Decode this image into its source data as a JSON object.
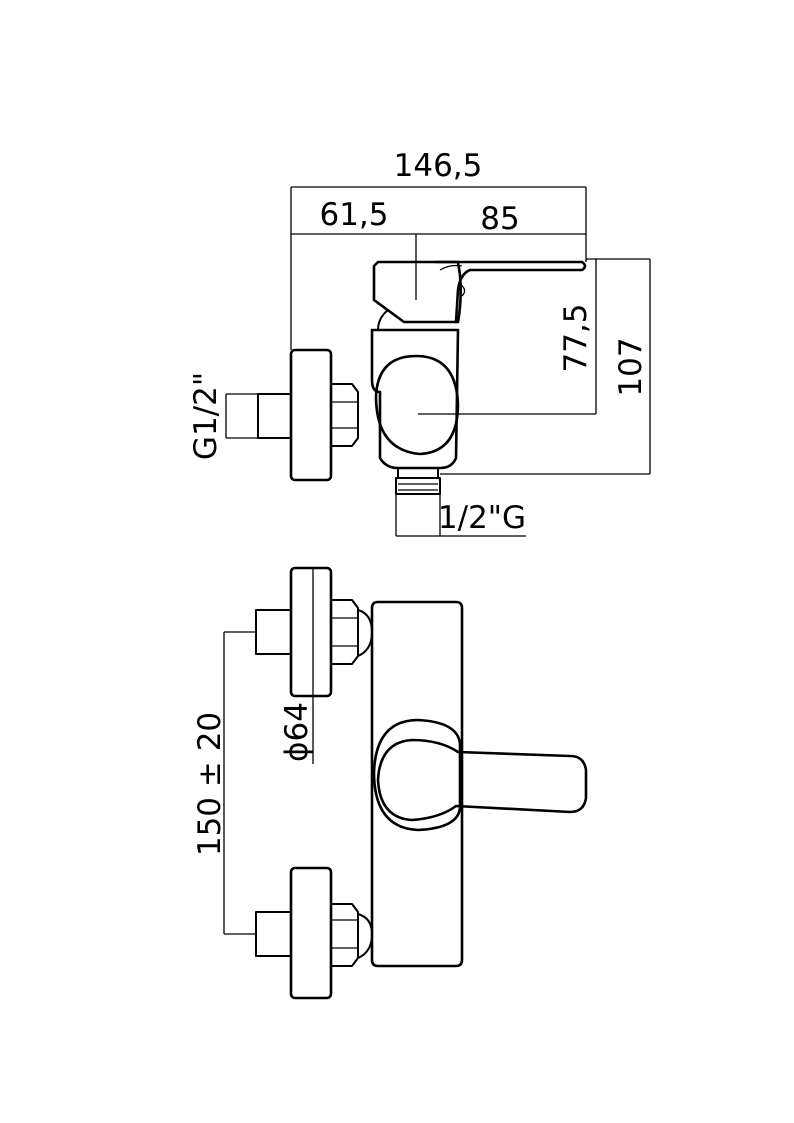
{
  "dimensions": {
    "total_width": "146,5",
    "left_width": "61,5",
    "right_width": "85",
    "handle_height": "77,5",
    "total_height": "107",
    "inlet_thread": "G1/2\"",
    "outlet_thread": "1/2\"G",
    "rosette_diameter": "ϕ64",
    "center_distance": "150 ± 20"
  }
}
